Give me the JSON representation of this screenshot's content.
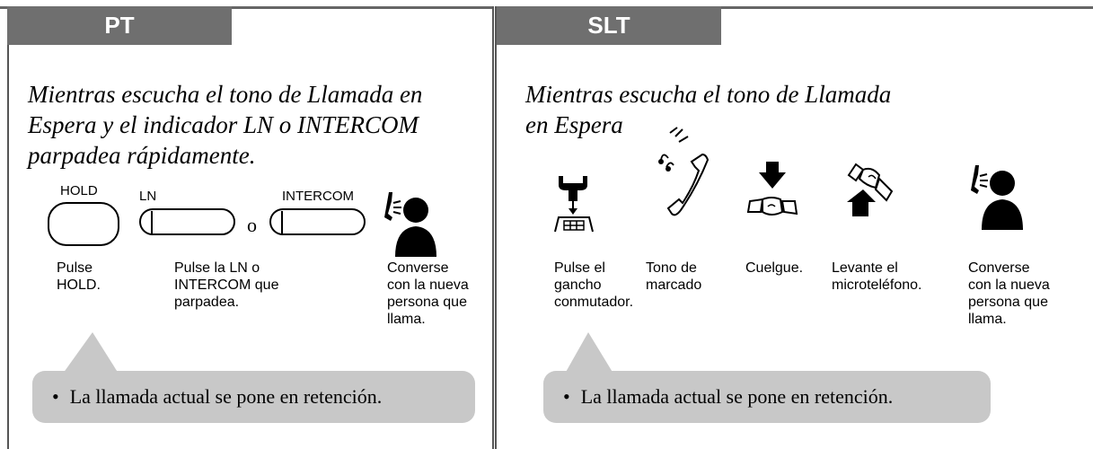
{
  "pt": {
    "tab": "PT",
    "heading_lines": [
      "Mientras escucha el tono de Llamada en",
      "Espera y el indicador LN o INTERCOM",
      "parpadea rápidamente."
    ],
    "hold_key_label": "HOLD",
    "ln_key_label": "LN",
    "or_text": "o",
    "intercom_key_label": "INTERCOM",
    "steps": [
      {
        "icon": "hold-button-icon",
        "caption": [
          "Pulse",
          "HOLD."
        ]
      },
      {
        "icon": "ln-intercom-button-icon",
        "caption": [
          "Pulse la LN o",
          "INTERCOM que",
          "parpadea."
        ]
      },
      {
        "icon": "talking-person-icon",
        "caption": [
          "Converse",
          "con la nueva",
          "persona que",
          "llama."
        ]
      }
    ],
    "note": "La llamada actual se pone en retención."
  },
  "slt": {
    "tab": "SLT",
    "heading_lines": [
      "Mientras escucha el tono de Llamada",
      "en Espera"
    ],
    "steps": [
      {
        "icon": "hookswitch-press-icon",
        "caption": [
          "Pulse el",
          "gancho",
          "conmutador."
        ]
      },
      {
        "icon": "dial-tone-handset-icon",
        "caption": [
          "Tono de",
          "marcado"
        ]
      },
      {
        "icon": "hang-up-icon",
        "caption": [
          "Cuelgue."
        ]
      },
      {
        "icon": "lift-handset-icon",
        "caption": [
          "Levante el",
          "microteléfono."
        ]
      },
      {
        "icon": "talking-person-icon",
        "caption": [
          "Converse",
          "con la nueva",
          "persona que",
          "llama."
        ]
      }
    ],
    "note": "La llamada actual se pone en retención."
  },
  "colors": {
    "tab_bg": "#6f6f6f",
    "note_bg": "#c8c8c8"
  }
}
